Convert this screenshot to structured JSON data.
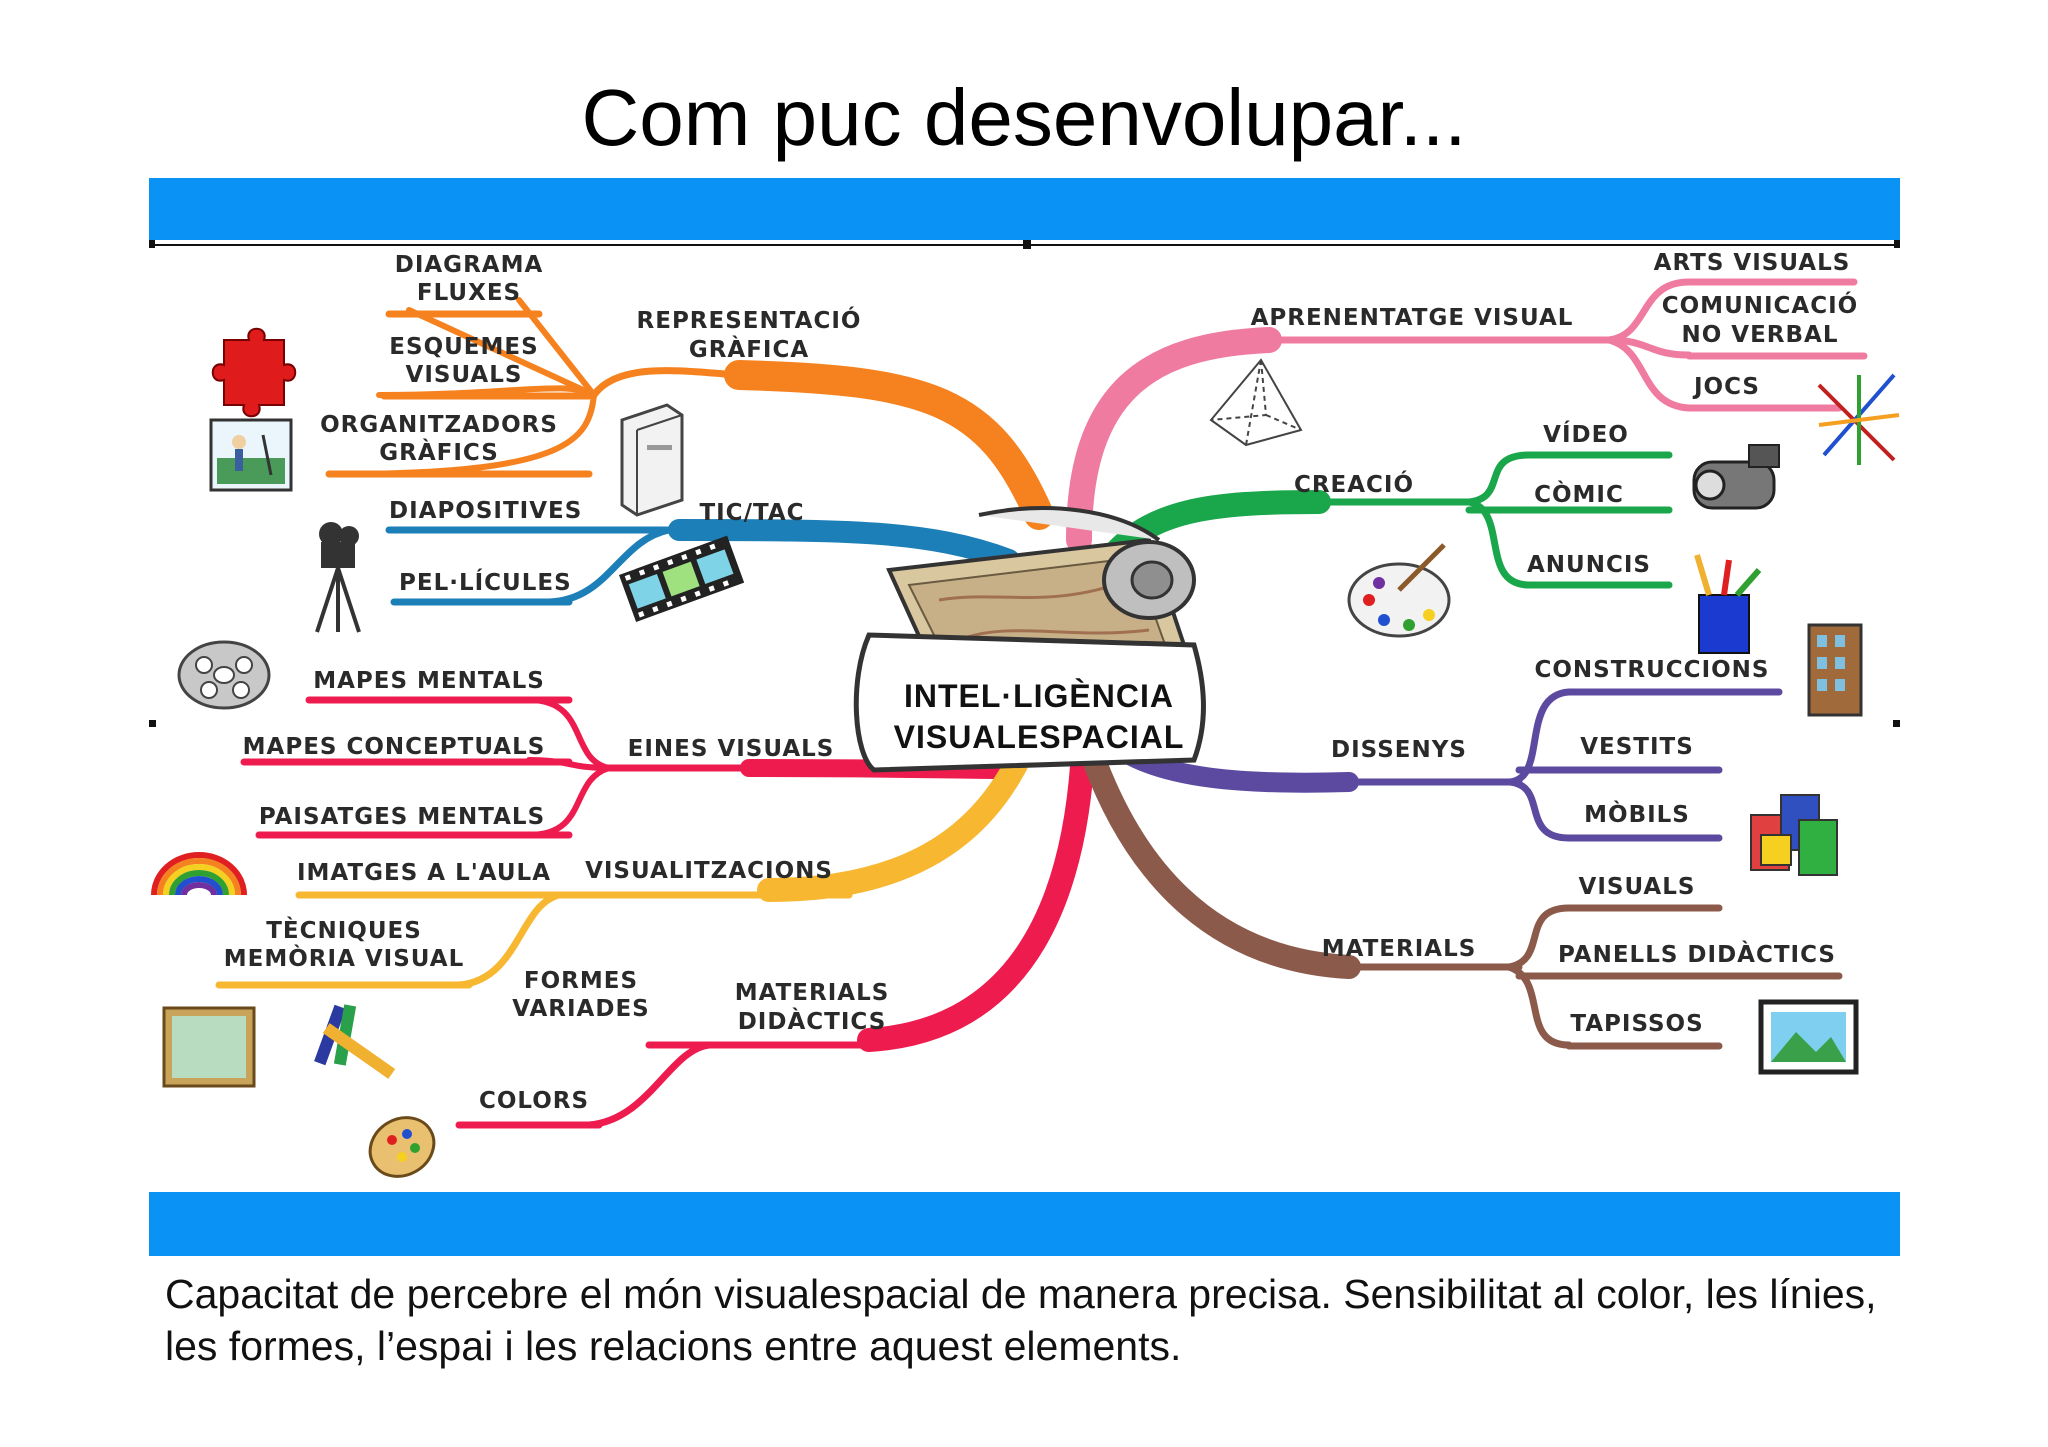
{
  "title": "Com puc desenvolupar...",
  "caption": "Capacitat de percebre el món visualespacial de manera precisa. Sensibilitat al color, les línies, les formes, l’espai i les relacions entre aquest elements.",
  "colors": {
    "band": "#0a93f5",
    "representacio": "#f5821f",
    "tic": "#1d7fb8",
    "eines": "#ee1c4e",
    "visualitzacions": "#f7b731",
    "materials_didactics": "#ee1c4e",
    "aprenentatge": "#f07ba0",
    "creacio": "#1aa64a",
    "dissenys": "#5b4aa0",
    "materials": "#8c5a4a"
  },
  "center": {
    "line1": "INTEL·LIGÈNCIA",
    "line2": "VISUALESPACIAL"
  },
  "branches": {
    "representacio": {
      "label1": "REPRESENTACIÓ",
      "label2": "GRÀFICA",
      "leaves": [
        [
          "DIAGRAMA",
          "FLUXES"
        ],
        [
          "ESQUEMES",
          "VISUALS"
        ],
        [
          "ORGANITZADORS",
          "GRÀFICS"
        ]
      ]
    },
    "tic": {
      "label": "TIC/TAC",
      "leaves": [
        "DIAPOSITIVES",
        "PEL·LÍCULES"
      ]
    },
    "eines": {
      "label": "EINES VISUALS",
      "leaves": [
        "MAPES MENTALS",
        "MAPES CONCEPTUALS",
        "PAISATGES MENTALS"
      ]
    },
    "visualitzacions": {
      "label": "VISUALITZACIONS",
      "leaves": [
        [
          "IMATGES A L'AULA"
        ],
        [
          "TÈCNIQUES",
          "MEMÒRIA VISUAL"
        ]
      ]
    },
    "materials_didactics": {
      "label1": "MATERIALS",
      "label2": "DIDÀCTICS",
      "leaves": [
        [
          "FORMES",
          "VARIADES"
        ],
        [
          "COLORS"
        ]
      ]
    },
    "aprenentatge": {
      "label": "APRENENTATGE VISUAL",
      "leaves": [
        [
          "ARTS VISUALS"
        ],
        [
          "COMUNICACIÓ",
          "NO VERBAL"
        ],
        [
          "JOCS"
        ]
      ]
    },
    "creacio": {
      "label": "CREACIÓ",
      "leaves": [
        "VÍDEO",
        "CÒMIC",
        "ANUNCIS"
      ]
    },
    "dissenys": {
      "label": "DISSENYS",
      "leaves": [
        "CONSTRUCCIONS",
        "VESTITS",
        "MÒBILS"
      ]
    },
    "materials": {
      "label": "MATERIALS",
      "leaves": [
        "VISUALS",
        "PANELLS DIDÀCTICS",
        "TAPISSOS"
      ]
    }
  },
  "icons": [
    "puzzle-icon",
    "photo-icon",
    "computer-icon",
    "film-camera-icon",
    "film-strip-icon",
    "film-reel-icon",
    "rainbow-icon",
    "chalkboard-icon",
    "crayons-icon",
    "palette-icon",
    "pyramid-icon",
    "camcorder-icon",
    "paint-palette-icon",
    "pencil-cup-icon",
    "building-icon",
    "paint-cans-icon",
    "framed-picture-icon",
    "arrows-icon",
    "map-scroll-icon"
  ]
}
